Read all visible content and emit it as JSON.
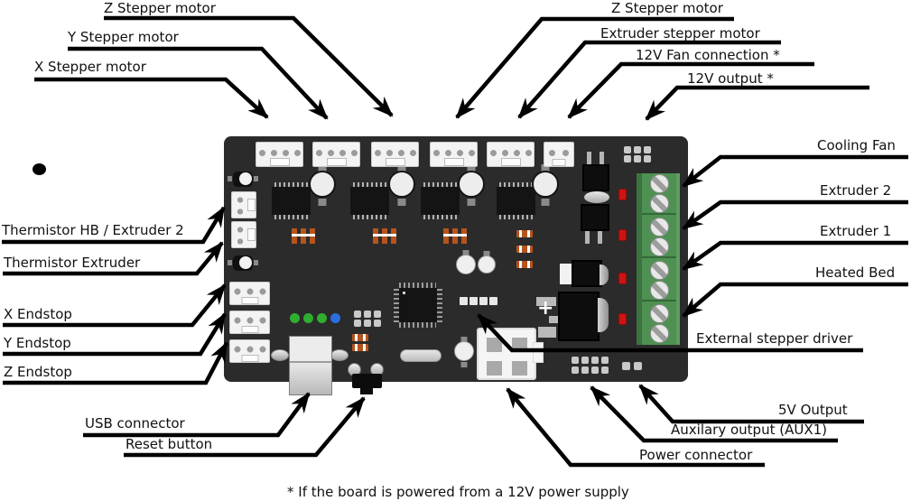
{
  "labels": {
    "zStepperLeft": "Z Stepper motor",
    "yStepper": "Y Stepper motor",
    "xStepper": "X Stepper motor",
    "zStepperRight": "Z Stepper motor",
    "extruderStepper": "Extruder stepper motor",
    "fan12v": "12V Fan connection *",
    "output12v": "12V output *",
    "coolingFan": "Cooling Fan",
    "extruder2": "Extruder 2",
    "extruder1": "Extruder 1",
    "heatedBed": "Heated Bed",
    "externalDriver": "External stepper driver",
    "thermistorHb": "Thermistor HB / Extruder 2",
    "thermistorExt": "Thermistor Extruder",
    "xEndstop": "X Endstop",
    "yEndstop": "Y Endstop",
    "zEndstop": "Z Endstop",
    "usb": "USB connector",
    "reset": "Reset button",
    "power": "Power connector",
    "aux": "Auxilary output (AUX1)",
    "fiveV": "5V Output"
  },
  "footnote": "* If the board is powered from a 12V power supply",
  "board": {
    "plus_marker": "+"
  },
  "colors": {
    "board": "#2b2b2b",
    "textColor": "#111111",
    "arrowBlack": "#000000",
    "connWhite": "#f3f3f3",
    "pinGray": "#9b9b9b",
    "termGreen": "#4e9152",
    "termGreenDark": "#3a7340",
    "screwSilver": "#e8e8e8",
    "ledRed": "#d01212",
    "ledGreen": "#2fae2f",
    "ledBlue": "#2b6fe0",
    "jumperOrange": "#b5541d",
    "icBlack": "#141414"
  }
}
